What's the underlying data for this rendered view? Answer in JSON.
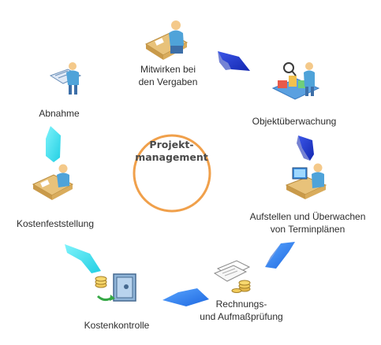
{
  "center": {
    "title": "Projekt-\nmanagement"
  },
  "steps": [
    {
      "label": "Mitwirken bei\nden Vergaben",
      "icon": "desk-worker-icon"
    },
    {
      "label": "Objektüberwachung",
      "icon": "inspector-with-magnifier-icon"
    },
    {
      "label": "Aufstellen und Überwachen\nvon Terminplänen",
      "icon": "computer-desk-worker-icon"
    },
    {
      "label": "Rechnungs-\nund Aufmaßprüfung",
      "icon": "documents-and-coins-icon"
    },
    {
      "label": "Kostenkontrolle",
      "icon": "safe-with-coins-icon"
    },
    {
      "label": "Kostenfeststellung",
      "icon": "desk-worker-icon"
    },
    {
      "label": "Abnahme",
      "icon": "person-reading-plan-icon"
    }
  ],
  "colors": {
    "ring": "#f0a04b",
    "arrow_dark_blue": "#1f35c9",
    "arrow_blue": "#2e7ff0",
    "arrow_cyan": "#3ce0ee",
    "desk": "#e8c27a",
    "shirt": "#4fa3d9",
    "skin": "#f4c98a"
  }
}
